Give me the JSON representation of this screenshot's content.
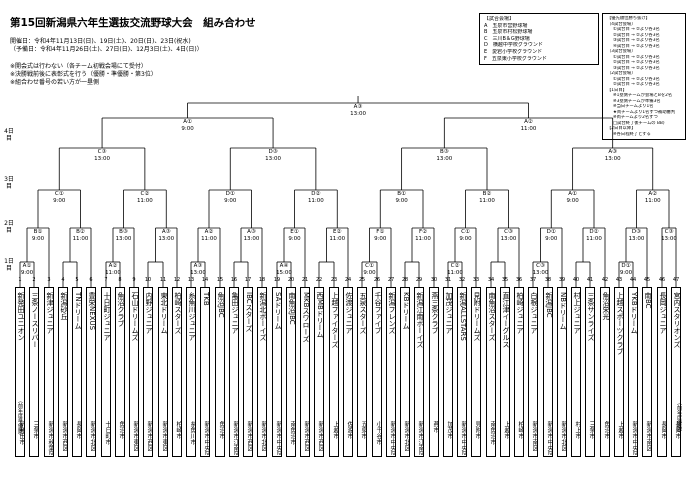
{
  "title": "第15回新潟県六年生選抜交流野球大会　組み合わせ",
  "dates": {
    "main": "開催日：令和4年11月13日(日)、19日(土)、20日(日)、23日(祝水)",
    "reserve": "（予備日：令和4年11月26日(土)、27日(日)、12月3日(土)、4日(日)）"
  },
  "notes": [
    "※開会式は行わない（各チーム初戦会場にて受付）",
    "※決勝戦前後に表彰式を行う（優勝・準優勝・第3位）",
    "※組合わせ番号の若い方が一塁側"
  ],
  "venues": {
    "header": "【試合会場】",
    "items": [
      "A　五泉市営野球場",
      "B　五泉市村松野球場",
      "C　三川B＆G野球場",
      "D　横越中学校グラウンド",
      "E　愛宕小学校グラウンド",
      "F　五泉東小学校グラウンド"
    ]
  },
  "advance": {
    "header": "【優先順位勝ち抜け】",
    "sections": [
      {
        "title": "（4試合会場）",
        "lines": [
          "①試合目 → ②より各3名",
          "②試合目 → ②より各3名",
          "③試合目 → ②より各3名",
          "④試合目 → ②より各3名"
        ]
      },
      {
        "title": "（3試合会場）",
        "lines": [
          "①試合目 → ②より各3名",
          "②試合目 → ②より各3名",
          "③試合目 → ②より各3名"
        ]
      },
      {
        "title": "（2試合会場）",
        "lines": [
          "①試合目 → ②より各3名",
          "②試合目 → ②より各3名"
        ]
      },
      {
        "title": "【1日目】",
        "lines": [
          "※1塁側チームが会場とBを2名",
          "※3塁側チームが準備3名",
          "※当日チームより1名",
          "★両チームより1名ずつ補助審判",
          "※両チームより2名ずつ",
          "□試合終了後チームの BB)"
        ]
      },
      {
        "title": "【2日目以降】",
        "lines": [
          "※各日程終了とする"
        ]
      }
    ]
  },
  "round_labels": [
    "4日目",
    "3日目",
    "2日目",
    "1日目"
  ],
  "final": {
    "label": "A③",
    "time": "13:00"
  },
  "semis": [
    {
      "label": "A①",
      "time": "9:00"
    },
    {
      "label": "A②",
      "time": "11:00"
    }
  ],
  "quarters": [
    {
      "label": "C③",
      "time": "13:00"
    },
    {
      "label": "D③",
      "time": "13:00"
    },
    {
      "label": "B③",
      "time": "13:00"
    },
    {
      "label": "A③",
      "time": "13:00"
    }
  ],
  "r16": [
    {
      "label": "C①",
      "time": "9:00"
    },
    {
      "label": "C②",
      "time": "11:00"
    },
    {
      "label": "D①",
      "time": "9:00"
    },
    {
      "label": "D②",
      "time": "11:00"
    },
    {
      "label": "B①",
      "time": "9:00"
    },
    {
      "label": "B②",
      "time": "11:00"
    },
    {
      "label": "A①",
      "time": "9:00"
    },
    {
      "label": "A②",
      "time": "11:00"
    }
  ],
  "r32": [
    {
      "label": "B①",
      "time": "9:00"
    },
    {
      "label": "B②",
      "time": "11:00"
    },
    {
      "label": "B③",
      "time": "13:00"
    },
    {
      "label": "A③",
      "time": "13:00"
    },
    {
      "label": "A②",
      "time": "11:00"
    },
    {
      "label": "A③",
      "time": "13:00"
    },
    {
      "label": "E①",
      "time": "9:00"
    },
    {
      "label": "E②",
      "time": "11:00"
    },
    {
      "label": "F①",
      "time": "9:00"
    },
    {
      "label": "F②",
      "time": "11:00"
    },
    {
      "label": "C①",
      "time": "9:00"
    },
    {
      "label": "C③",
      "time": "13:00"
    },
    {
      "label": "D①",
      "time": "9:00"
    },
    {
      "label": "D②",
      "time": "11:00"
    },
    {
      "label": "D③",
      "time": "13:00"
    },
    {
      "label": "C③",
      "time": "13:00"
    }
  ],
  "r64": [
    {
      "label": "A①",
      "time": "9:00"
    },
    {
      "label": "A②",
      "time": "11:00"
    },
    {
      "label": "A③",
      "time": "13:00"
    },
    {
      "label": "A④",
      "time": "15:00"
    },
    {
      "label": "C①",
      "time": "9:00"
    },
    {
      "label": "C②",
      "time": "11:00"
    },
    {
      "label": "C③",
      "time": "13:00"
    },
    {
      "label": "D①",
      "time": "9:00"
    },
    {
      "label": "D②",
      "time": "11:00"
    },
    {
      "label": "D③",
      "time": "13:00"
    },
    {
      "label": "E①",
      "time": "9:00"
    },
    {
      "label": "E②",
      "time": "11:00"
    },
    {
      "label": "F①",
      "time": "9:00"
    },
    {
      "label": "F②",
      "time": "11:00"
    },
    {
      "label": "F③",
      "time": "13:00"
    }
  ],
  "teams": [
    {
      "no": "1",
      "name": "新発田ユニオン",
      "city": "新発田市"
    },
    {
      "no": "2",
      "name": "三条ノースリバー",
      "city": "三条市"
    },
    {
      "no": "3",
      "name": "新津ジュニア",
      "city": "新潟市秋葉区"
    },
    {
      "no": "4",
      "name": "新潟砂丘",
      "city": "新潟市西区"
    },
    {
      "no": "5",
      "name": "TNドリーム",
      "city": "長岡市"
    },
    {
      "no": "6",
      "name": "豊栄NEXUS",
      "city": "新潟市北区"
    },
    {
      "no": "7",
      "name": "十日町ジュニア",
      "city": "十日町市"
    },
    {
      "no": "8",
      "name": "魚沼クラブ",
      "city": "魚沼市"
    },
    {
      "no": "9",
      "name": "石山ドリームズ",
      "city": "新潟市東区"
    },
    {
      "no": "10",
      "name": "内野ジュニア",
      "city": "新潟市西区"
    },
    {
      "no": "11",
      "name": "東北ドリーム",
      "city": "新潟市東区"
    },
    {
      "no": "12",
      "name": "柏崎スターズ",
      "city": "柏崎市"
    },
    {
      "no": "13",
      "name": "糸魚川ジュニア",
      "city": "糸魚川市"
    },
    {
      "no": "14",
      "name": "TKB",
      "city": "新潟市中央区"
    },
    {
      "no": "15",
      "name": "魚沼JBC",
      "city": "魚沼市"
    },
    {
      "no": "16",
      "name": "亀田ジュニア",
      "city": "新潟市江南区"
    },
    {
      "no": "17",
      "name": "IBCスターズ",
      "city": "新潟市西区"
    },
    {
      "no": "18",
      "name": "新潟北ボーイズ",
      "city": "新潟市北区"
    },
    {
      "no": "19",
      "name": "SAドリーム",
      "city": "新潟市中央区"
    },
    {
      "no": "20",
      "name": "南魚沼JBC",
      "city": "南魚沼市"
    },
    {
      "no": "21",
      "name": "MKBスワローズ",
      "city": "新潟市西区"
    },
    {
      "no": "22",
      "name": "西MBドリーム",
      "city": "新潟市西区"
    },
    {
      "no": "23",
      "name": "上越ファイターズ",
      "city": "上越市"
    },
    {
      "no": "24",
      "name": "佐渡ジュニア",
      "city": "佐渡市"
    },
    {
      "no": "25",
      "name": "五泉スターズ",
      "city": "五泉市"
    },
    {
      "no": "26",
      "name": "千谷ファイブ",
      "city": "小千谷市"
    },
    {
      "no": "27",
      "name": "新潟フレンズ",
      "city": "新潟市中央区"
    },
    {
      "no": "28",
      "name": "KBドリーム",
      "city": "新潟市北区"
    },
    {
      "no": "29",
      "name": "新潟江南ボーイズ",
      "city": "新潟市江南区"
    },
    {
      "no": "30",
      "name": "燕三条クラブ",
      "city": "燕市"
    },
    {
      "no": "31",
      "name": "加茂ジュニア",
      "city": "加茂市"
    },
    {
      "no": "32",
      "name": "新潟ALLSTARS",
      "city": "新潟市中央区"
    },
    {
      "no": "33",
      "name": "見附ドリームズ",
      "city": "見附市"
    },
    {
      "no": "34",
      "name": "南魚沼スターズ",
      "city": "南魚沼市"
    },
    {
      "no": "35",
      "name": "直江津イーグルス",
      "city": "上越市"
    },
    {
      "no": "36",
      "name": "柏崎ジュニア",
      "city": "柏崎市"
    },
    {
      "no": "37",
      "name": "白根ジュニア",
      "city": "新潟市南区"
    },
    {
      "no": "38",
      "name": "新潟JBC",
      "city": "新潟市中央区"
    },
    {
      "no": "39",
      "name": "NBドリーム",
      "city": "新潟市北区"
    },
    {
      "no": "40",
      "name": "村上ジュニア",
      "city": "村上市"
    },
    {
      "no": "41",
      "name": "三条サンライズ",
      "city": "三条市"
    },
    {
      "no": "42",
      "name": "魚沼栄光",
      "city": "魚沼市"
    },
    {
      "no": "43",
      "name": "上越スポーツクラブ",
      "city": "上越市"
    },
    {
      "no": "44",
      "name": "YKBドリーム",
      "city": "新潟市中央区"
    },
    {
      "no": "45",
      "name": "南BC",
      "city": "新潟市南区"
    },
    {
      "no": "46",
      "name": "長岡ジュニア",
      "city": "長岡市"
    },
    {
      "no": "47",
      "name": "宮内スタリオンズ",
      "city": "長岡市"
    }
  ],
  "seeds": {
    "left": "（前年度準優勝）",
    "right": "（前年度優勝）"
  }
}
